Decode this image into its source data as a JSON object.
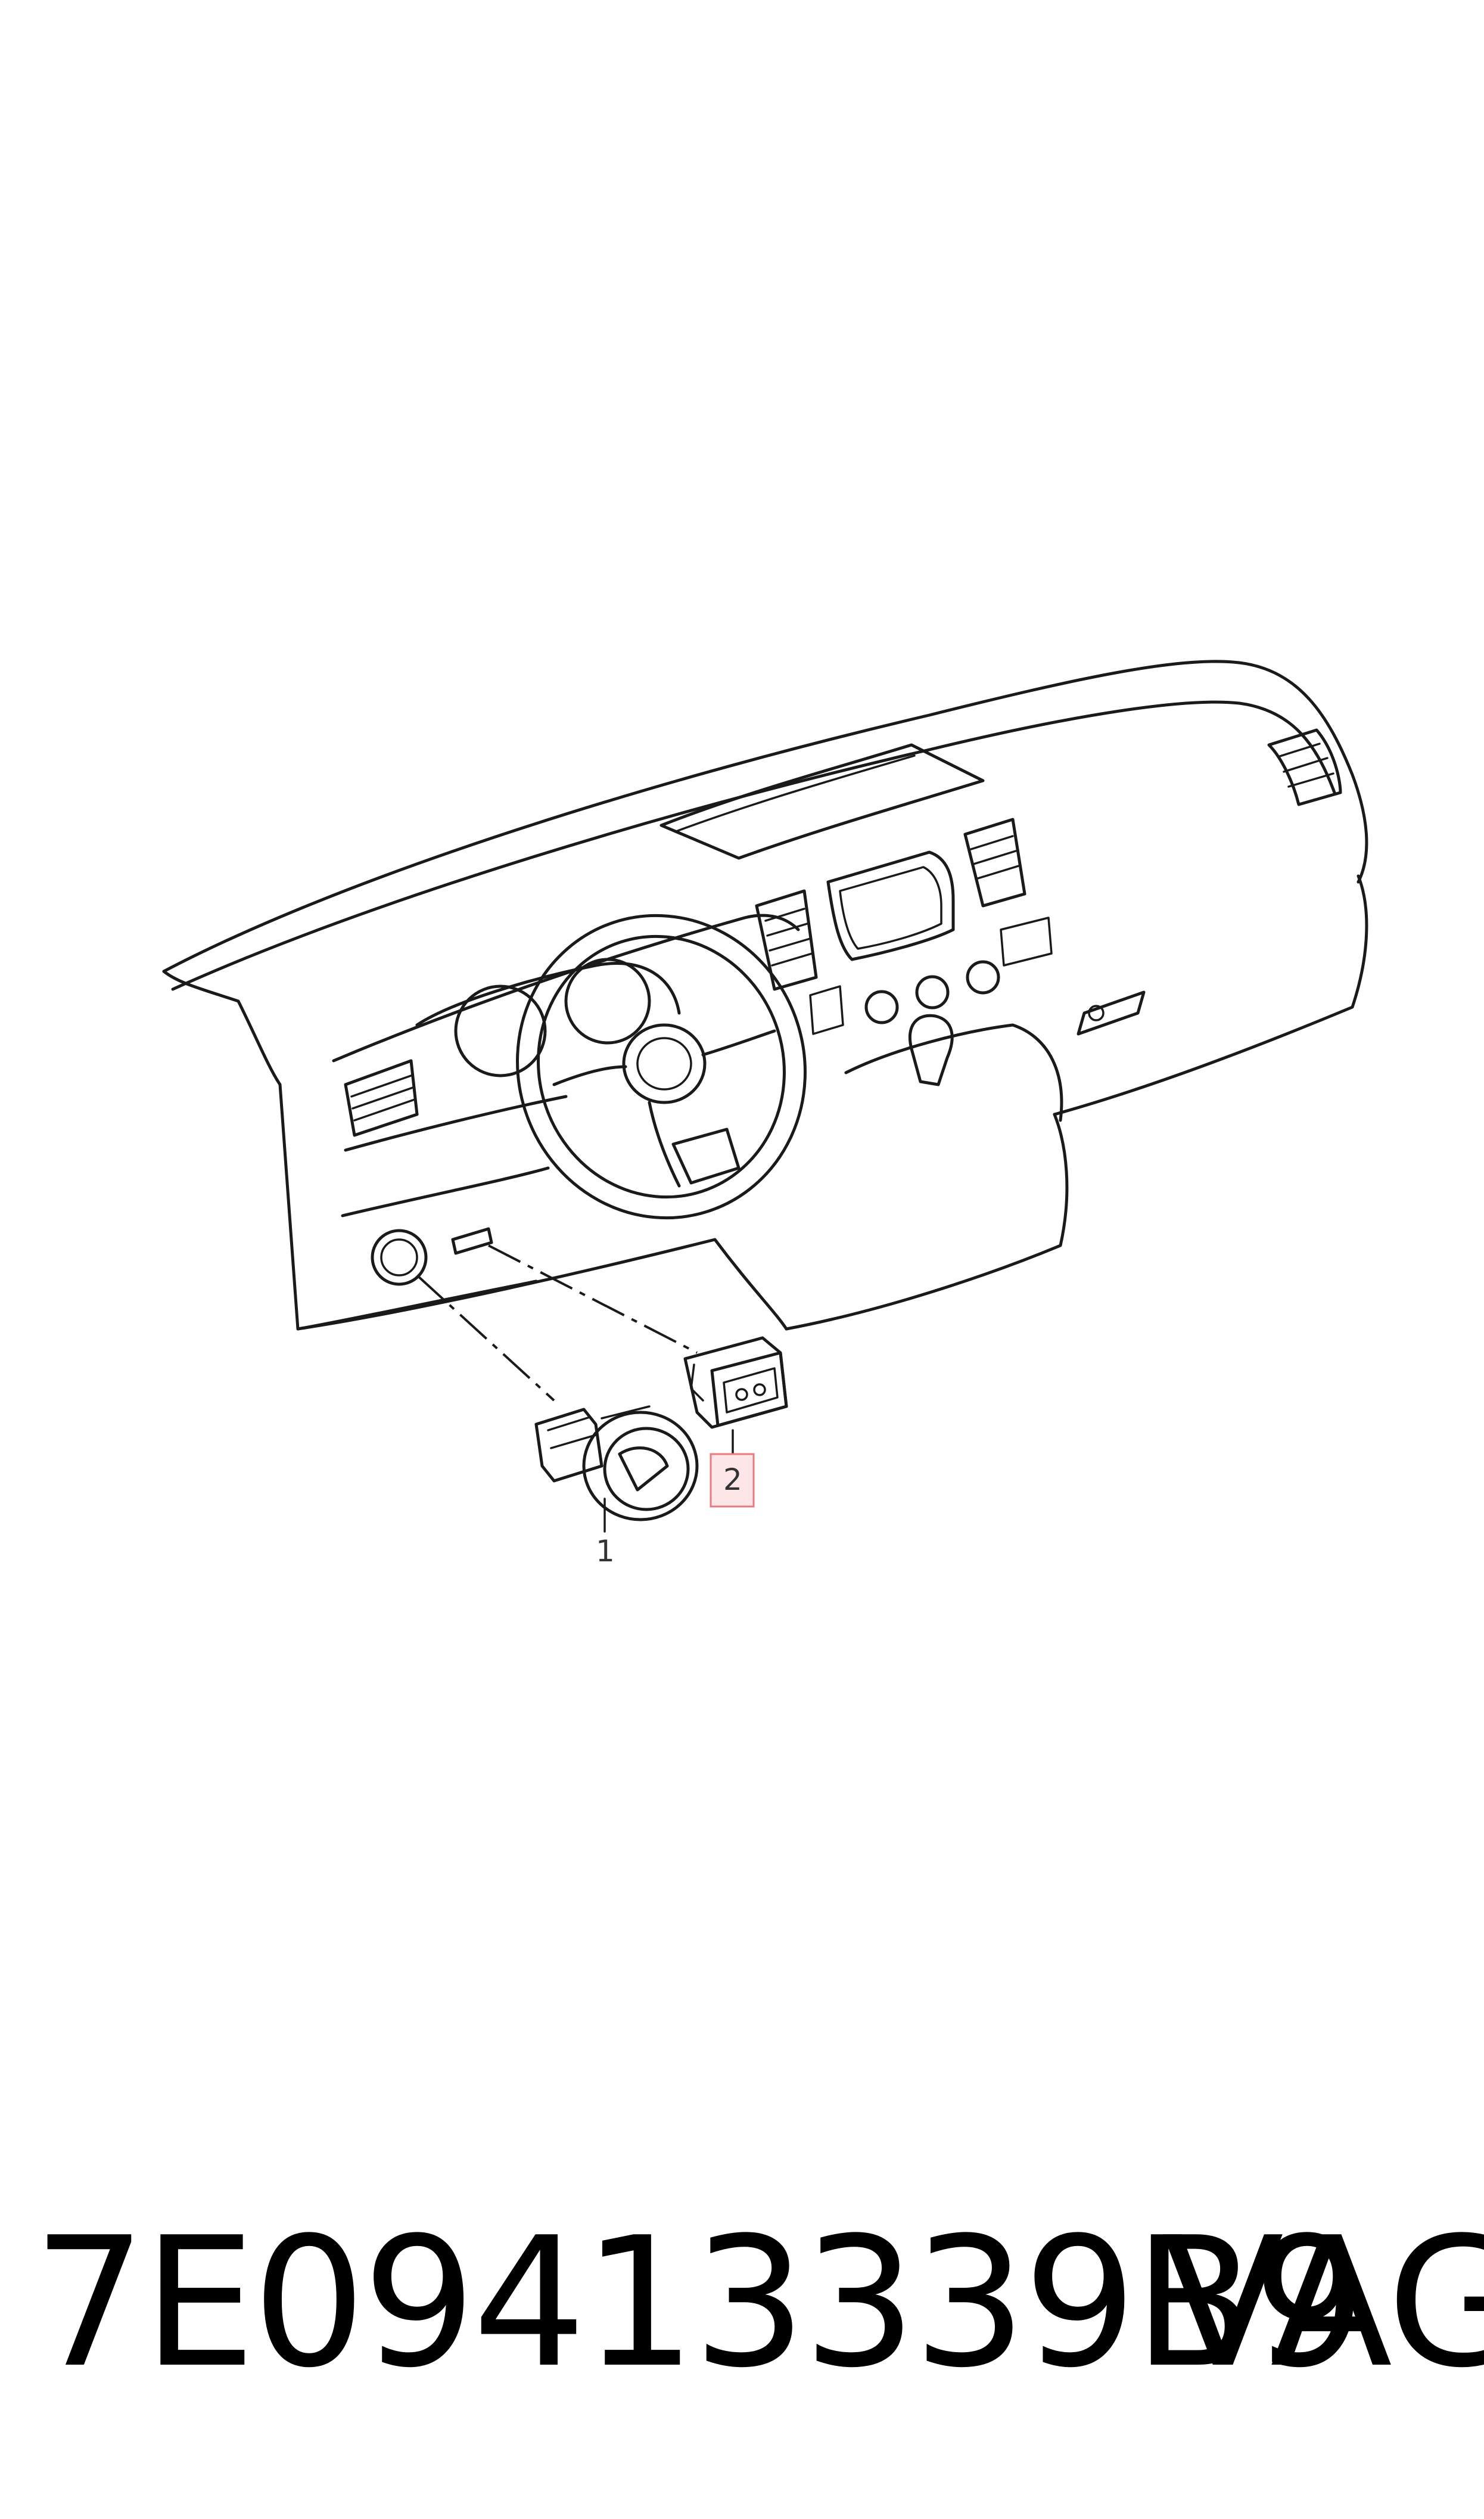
{
  "diagram": {
    "callouts": [
      {
        "id": "1",
        "label": "1",
        "highlighted": false
      },
      {
        "id": "2",
        "label": "2",
        "highlighted": true
      }
    ],
    "highlight_color": "#e87a82",
    "highlight_fill": "#fde6e8"
  },
  "footer": {
    "part_number": "7E09413339B9",
    "brand": "VAG"
  }
}
